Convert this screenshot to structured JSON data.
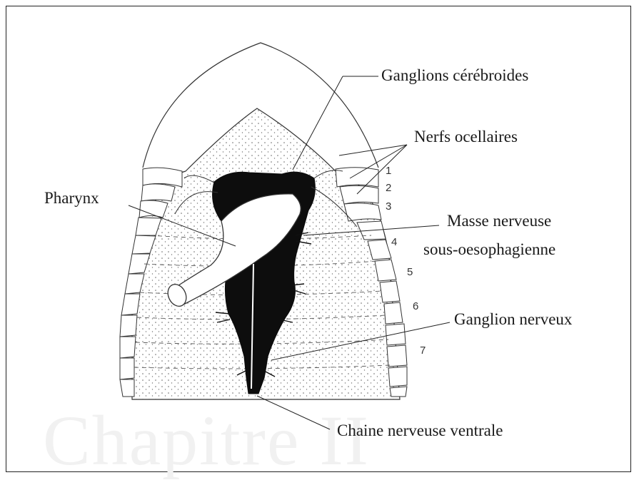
{
  "figure": {
    "labels": {
      "ganglions_cerebroides": "Ganglions cérébroides",
      "nerfs_ocellaires": "Nerfs ocellaires",
      "pharynx": "Pharynx",
      "masse_line1": "Masse nerveuse",
      "masse_line2": "sous-oesophagienne",
      "ganglion_nerveux": "Ganglion nerveux",
      "chaine_nerveuse": "Chaine nerveuse ventrale"
    },
    "segments": [
      "1",
      "2",
      "3",
      "4",
      "5",
      "6",
      "7"
    ],
    "watermark": "Chapitre II"
  },
  "colors": {
    "ink": "#1a1a1a",
    "stipple": "#555555",
    "nerve": "#0d0d0d"
  }
}
